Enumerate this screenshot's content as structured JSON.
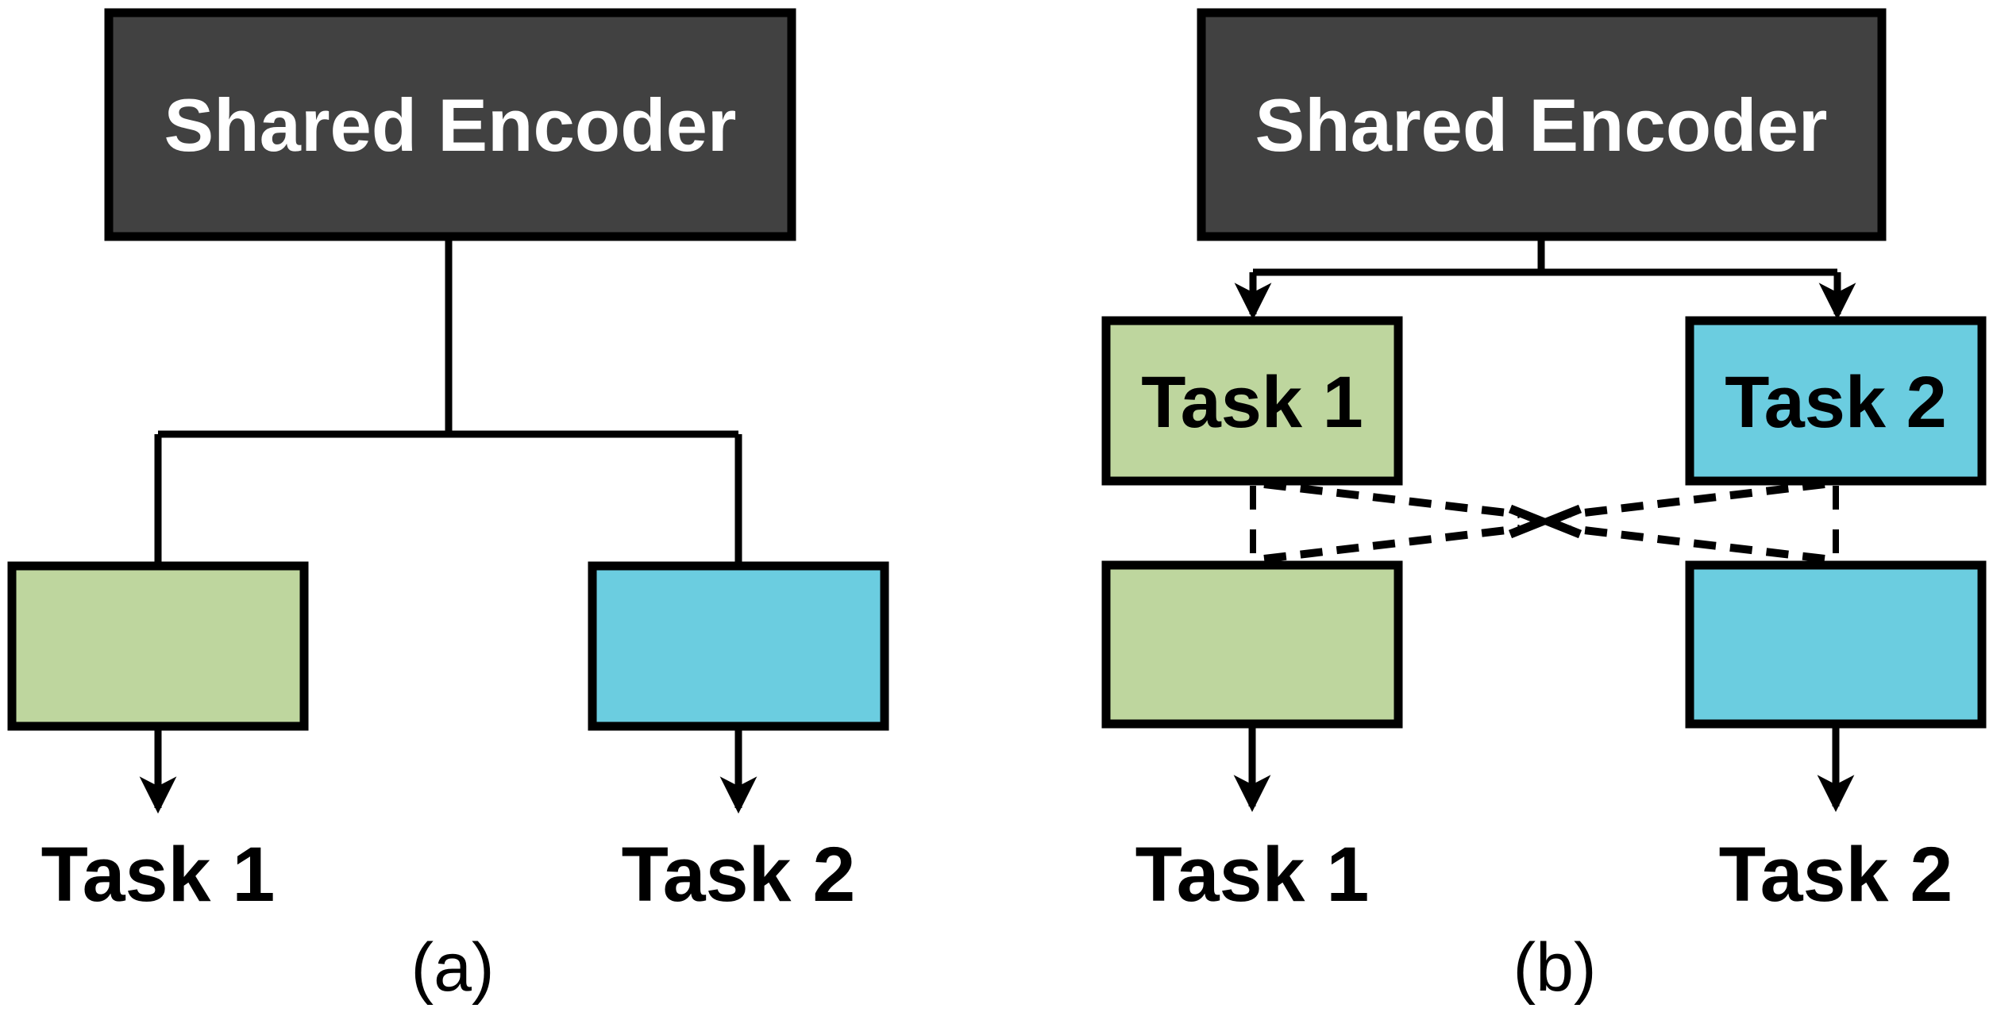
{
  "figure": {
    "panel_a": {
      "encoder_label": "Shared Encoder",
      "task1_label": "Task 1",
      "task2_label": "Task 2",
      "caption": "(a)"
    },
    "panel_b": {
      "encoder_label": "Shared Encoder",
      "task1_box_label": "Task 1",
      "task2_box_label": "Task 2",
      "task1_label": "Task 1",
      "task2_label": "Task 2",
      "caption": "(b)"
    }
  },
  "colors": {
    "encoder_fill": "#414141",
    "task1_fill": "#bed69e",
    "task2_fill": "#6bcde0",
    "line": "#000000",
    "background": "#ffffff",
    "encoder_text": "#ffffff",
    "label_text": "#000000"
  }
}
